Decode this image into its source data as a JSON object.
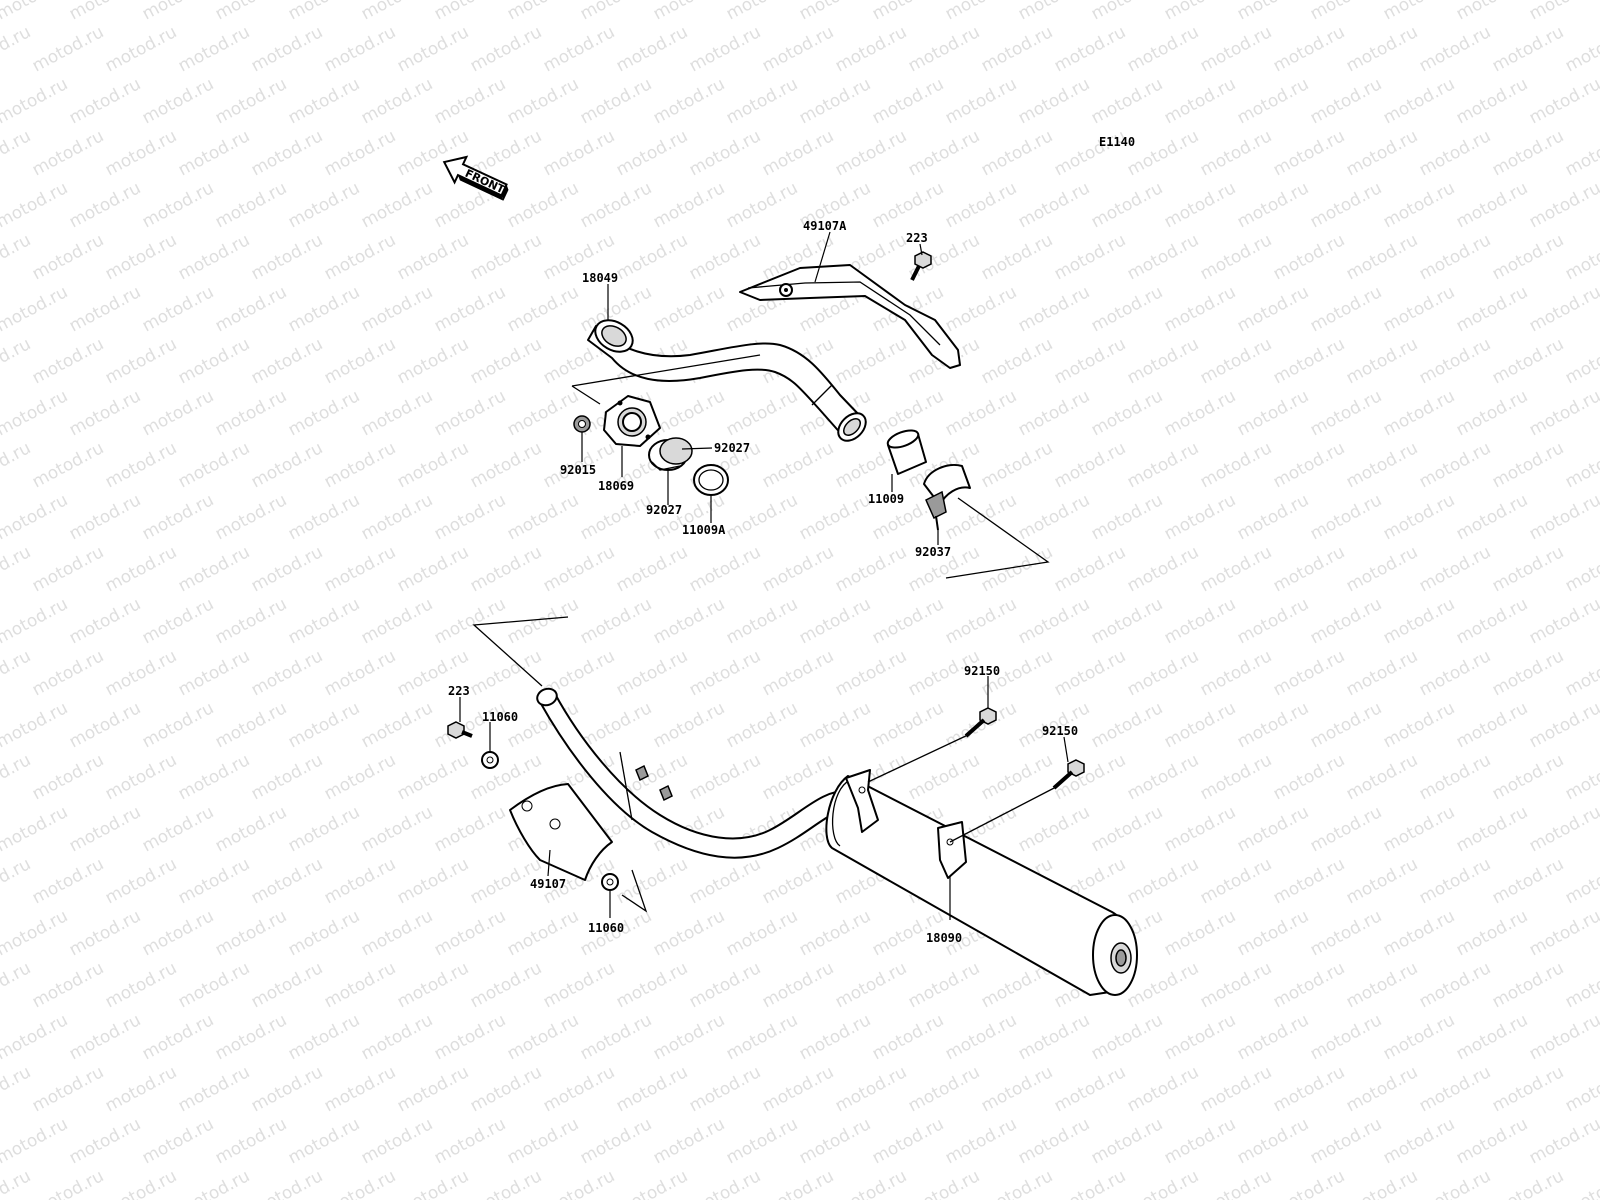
{
  "diagram": {
    "code": "E1140",
    "front_label": "FRONT",
    "watermark": "motod.ru",
    "labels": {
      "p49107A": "49107A",
      "p223_top": "223",
      "p18049": "18049",
      "p92027_a": "92027",
      "p92015": "92015",
      "p18069": "18069",
      "p92027_b": "92027",
      "p11009A": "11009A",
      "p11009": "11009",
      "p92037": "92037",
      "p92150_a": "92150",
      "p92150_b": "92150",
      "p223_bot": "223",
      "p11060_a": "11060",
      "p49107": "49107",
      "p11060_b": "11060",
      "p18090": "18090"
    }
  }
}
